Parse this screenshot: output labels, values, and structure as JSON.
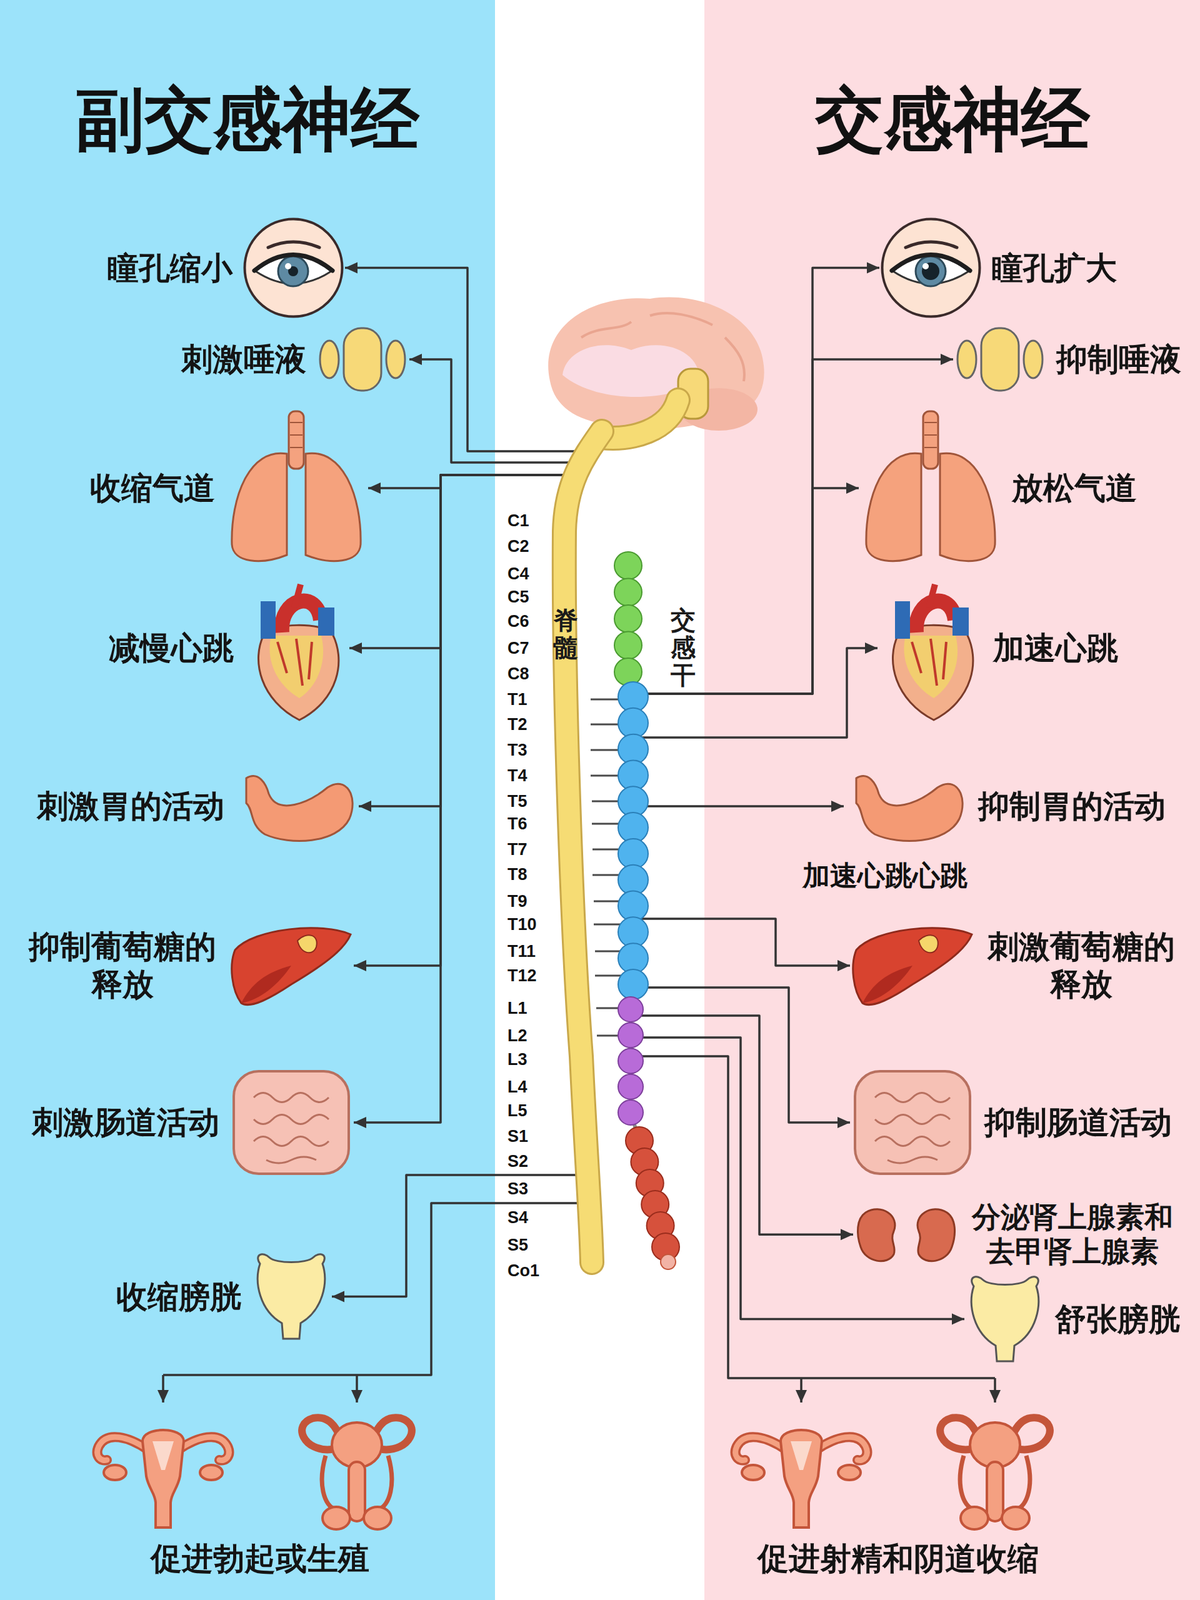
{
  "diagram": {
    "nodes": [
      {
        "text": [
          "副交感神经"
        ]
      },
      {
        "text": [
          "交感神经"
        ]
      },
      {
        "text": [
          "脊髓"
        ]
      },
      {
        "text": [
          "交感干"
        ]
      },
      {
        "text": [
          "瞳孔缩小"
        ],
        "in": 0
      },
      {
        "text": [
          "刺激唾液"
        ],
        "in": 0
      },
      {
        "text": [
          "收缩气道"
        ],
        "in": 0
      },
      {
        "text": [
          "减慢心跳"
        ],
        "in": 0
      },
      {
        "text": [
          "刺激胃的活动"
        ],
        "in": 0
      },
      {
        "text": [
          "抑制葡萄糖的释放"
        ],
        "in": 0
      },
      {
        "text": [
          "刺激肠道活动"
        ],
        "in": 0
      },
      {
        "text": [
          "收缩膀胱"
        ],
        "in": 0
      },
      {
        "text": [
          "促进勃起或生殖"
        ],
        "in": 0
      },
      {
        "text": [
          "瞳孔扩大"
        ],
        "in": 1
      },
      {
        "text": [
          "抑制唾液"
        ],
        "in": 1
      },
      {
        "text": [
          "放松气道"
        ],
        "in": 1
      },
      {
        "text": [
          "加速心跳"
        ],
        "in": 1
      },
      {
        "text": [
          "抑制胃的活动"
        ],
        "in": 1
      },
      {
        "text": [
          "刺激葡萄糖的释放"
        ],
        "in": 1
      },
      {
        "text": [
          "抑制肠道活动"
        ],
        "in": 1
      },
      {
        "text": [
          "分泌肾上腺素和去甲肾上腺素"
        ],
        "in": 1
      },
      {
        "text": [
          "舒张膀胱"
        ],
        "in": 1
      },
      {
        "text": [
          "促进射精和阴道收缩"
        ],
        "in": 1
      }
    ],
    "edges": [
      {
        "from": 2,
        "to": 4,
        "arrow": "to"
      },
      {
        "from": 2,
        "to": 5,
        "arrow": "to"
      },
      {
        "from": 2,
        "to": 6,
        "arrow": "to"
      },
      {
        "from": 2,
        "to": 7,
        "arrow": "to"
      },
      {
        "from": 2,
        "to": 8,
        "arrow": "to"
      },
      {
        "from": 2,
        "to": 9,
        "arrow": "to"
      },
      {
        "from": 2,
        "to": 10,
        "arrow": "to"
      },
      {
        "from": 2,
        "to": 11,
        "arrow": "to"
      },
      {
        "from": 2,
        "to": 12,
        "arrow": "to"
      },
      {
        "from": 3,
        "to": 13,
        "arrow": "to"
      },
      {
        "from": 3,
        "to": 14,
        "arrow": "to"
      },
      {
        "from": 3,
        "to": 15,
        "arrow": "to"
      },
      {
        "from": 3,
        "to": 16,
        "arrow": "to"
      },
      {
        "from": 3,
        "to": 17,
        "arrow": "to"
      },
      {
        "from": 3,
        "to": 18,
        "arrow": "to"
      },
      {
        "from": 3,
        "to": 19,
        "arrow": "to"
      },
      {
        "from": 3,
        "to": 20,
        "arrow": "to"
      },
      {
        "from": 3,
        "to": 21,
        "arrow": "to"
      },
      {
        "from": 3,
        "to": 22,
        "arrow": "to"
      }
    ],
    "labels": [
      "C1",
      "C2",
      "C4",
      "C5",
      "C6",
      "C7",
      "C8",
      "T1",
      "T2",
      "T3",
      "T4",
      "T5",
      "T6",
      "T7",
      "T8",
      "T9",
      "T10",
      "T11",
      "T12",
      "L1",
      "L2",
      "L3",
      "L4",
      "L5",
      "S1",
      "S2",
      "S3",
      "S4",
      "S5",
      "Co1",
      "加速心跳心跳"
    ]
  }
}
